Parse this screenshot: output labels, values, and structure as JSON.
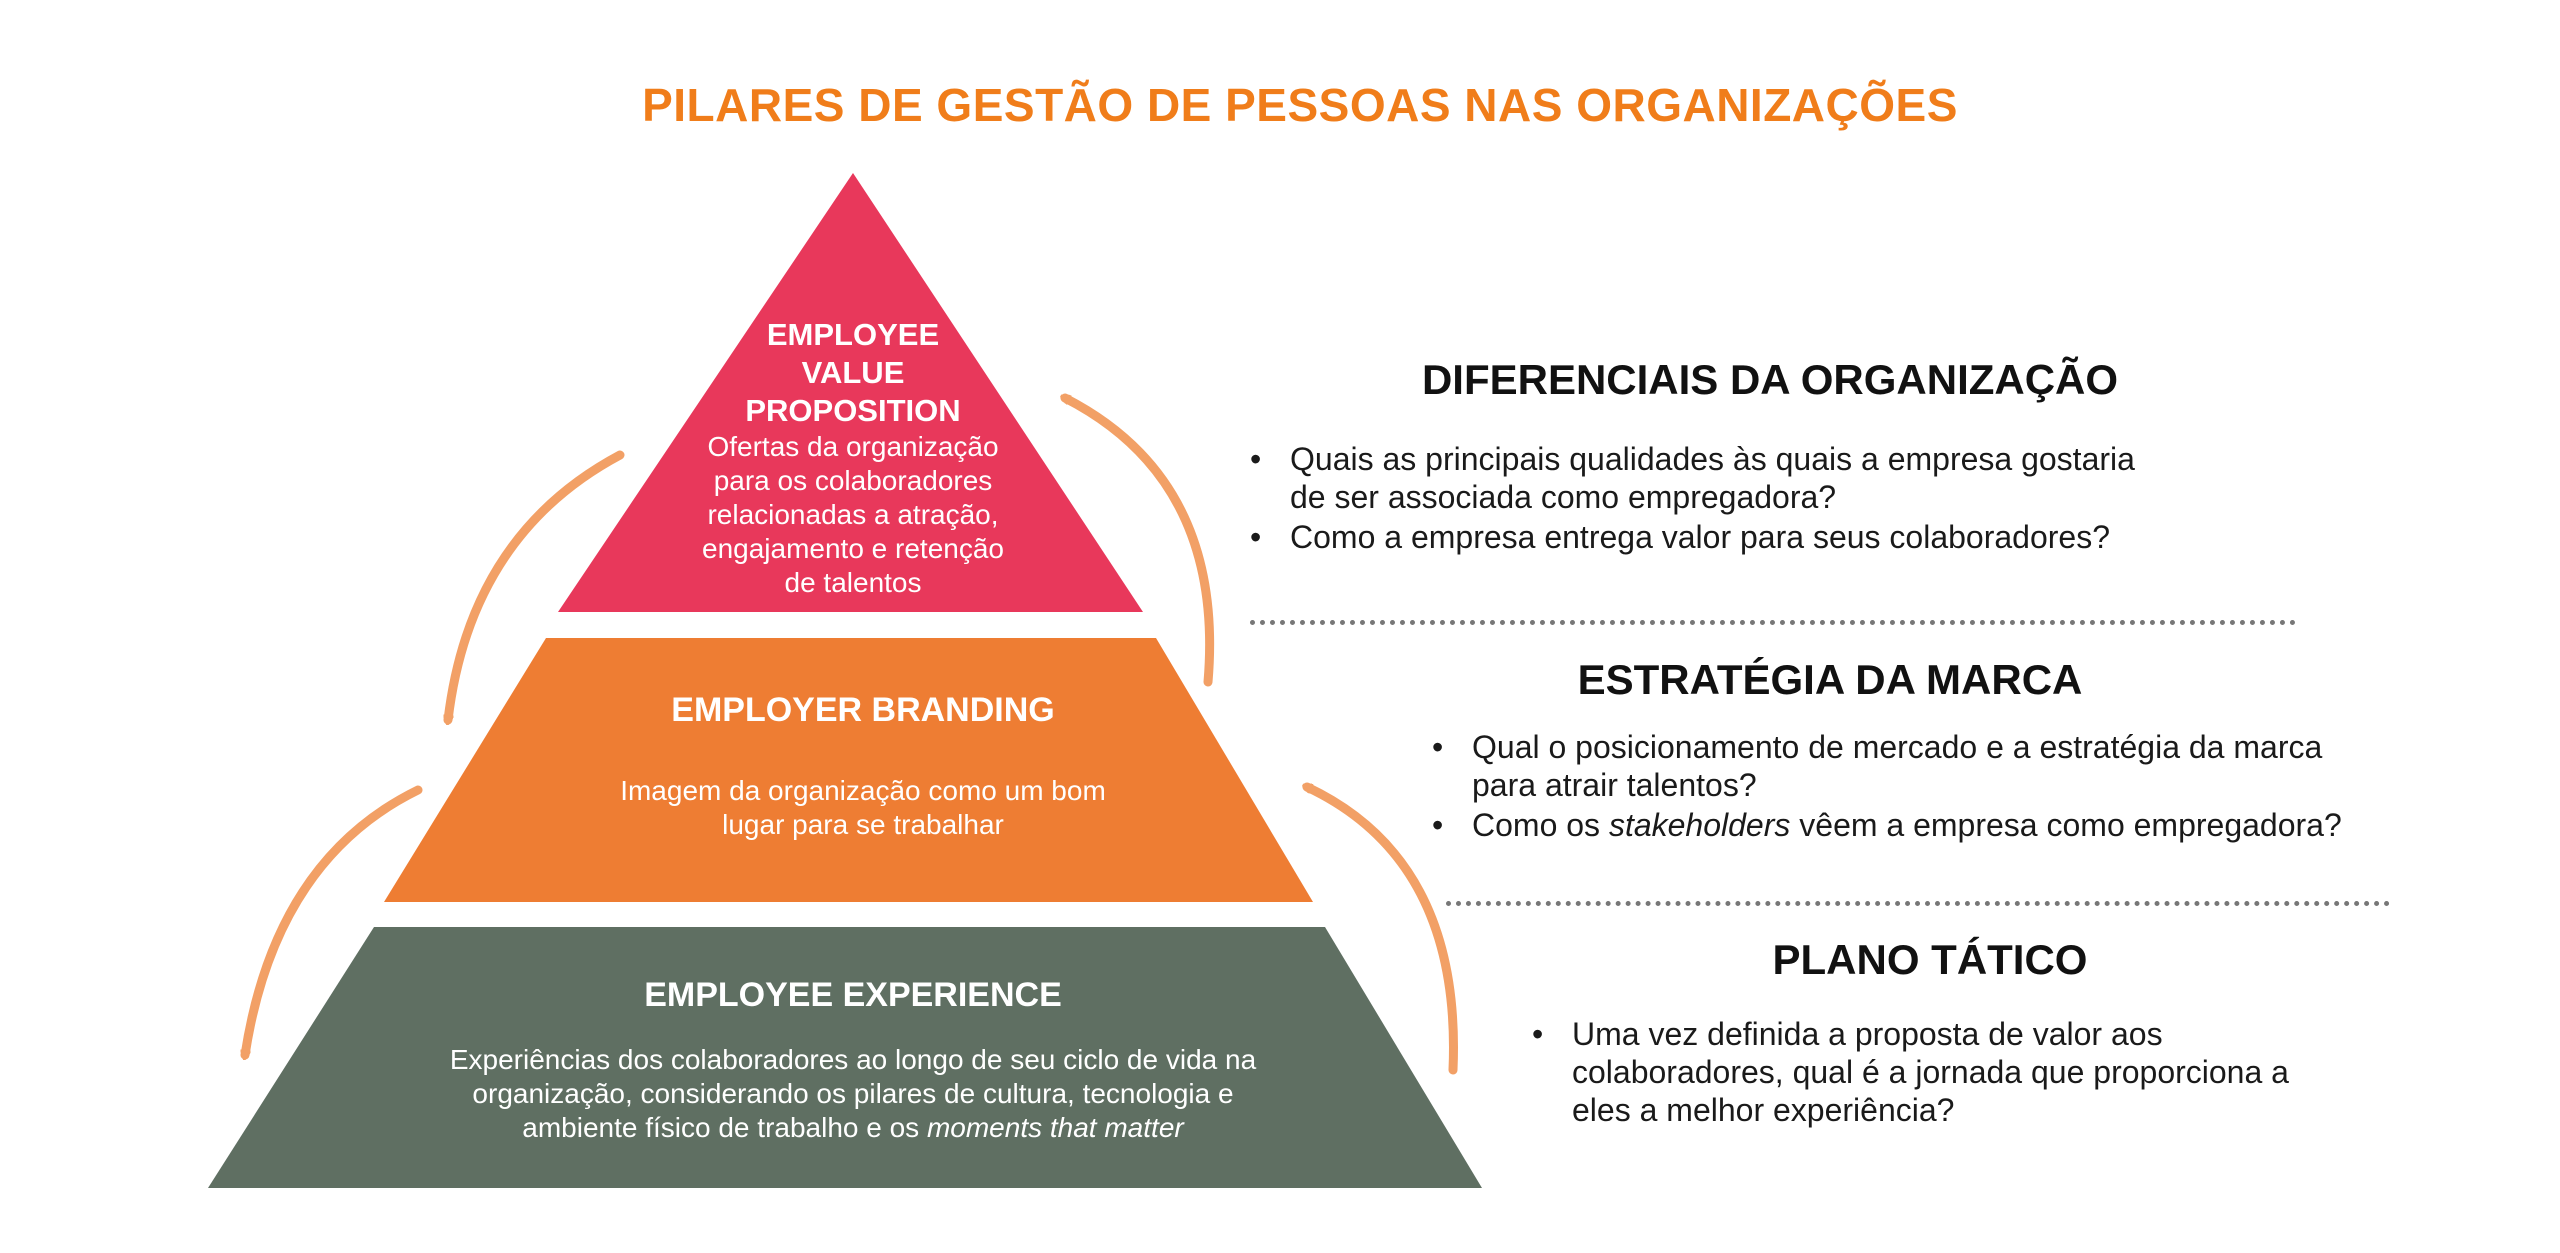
{
  "page_title": "PILARES DE GESTÃO DE PESSOAS NAS ORGANIZAÇÕES",
  "colors": {
    "title": "#f07d1a",
    "tier_top": "#e8385b",
    "tier_middle": "#ee7d33",
    "tier_bottom": "#5f6f62",
    "arrows": "#f2a066",
    "dividers": "#777777"
  },
  "pyramid": {
    "top": {
      "title_lines": [
        "EMPLOYEE",
        "VALUE",
        "PROPOSITION"
      ],
      "description_lines": [
        "Ofertas da organização",
        "para os colaboradores",
        "relacionadas a atração,",
        "engajamento e retenção",
        "de talentos"
      ]
    },
    "middle": {
      "title": "EMPLOYER BRANDING",
      "description_lines": [
        "Imagem da organização como um bom",
        "lugar para se trabalhar"
      ]
    },
    "bottom": {
      "title": "EMPLOYEE EXPERIENCE",
      "description_line1": "Experiências dos colaboradores ao longo de seu ciclo de vida na",
      "description_line2": "organização, considerando os pilares de cultura, tecnologia e",
      "description_line3_prefix": "ambiente físico de trabalho e os ",
      "description_line3_italic": "moments that matter"
    }
  },
  "sections": {
    "diferenciais": {
      "title": "DIFERENCIAIS DA ORGANIZAÇÃO",
      "bullet1_line1": "Quais as principais qualidades às quais a empresa gostaria",
      "bullet1_line2": "de ser associada como empregadora?",
      "bullet2": "Como a  empresa entrega valor para seus colaboradores?"
    },
    "estrategia": {
      "title": "ESTRATÉGIA DA MARCA",
      "bullet1_line1": "Qual o posicionamento de mercado e a estratégia da marca",
      "bullet1_line2": "para atrair talentos?",
      "bullet2_prefix": "Como os ",
      "bullet2_italic": "stakeholders",
      "bullet2_suffix": " vêem a empresa como empregadora?"
    },
    "plano": {
      "title": "PLANO TÁTICO",
      "bullet1_line1": "Uma vez definida a proposta de valor aos",
      "bullet1_line2": "colaboradores, qual é a jornada que proporciona a",
      "bullet1_line3": "eles a melhor experiência?"
    },
    "bullet_char": "•"
  }
}
